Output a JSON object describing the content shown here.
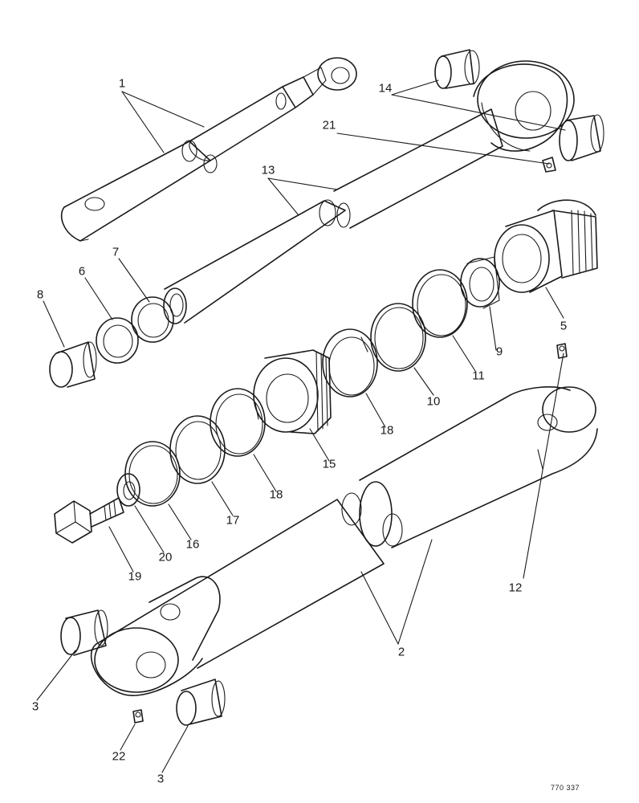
{
  "callouts": {
    "c1": "1",
    "c2": "2",
    "c3a": "3",
    "c3b": "3",
    "c5": "5",
    "c6": "6",
    "c7": "7",
    "c8": "8",
    "c9": "9",
    "c10": "10",
    "c11": "11",
    "c12": "12",
    "c13": "13",
    "c14": "14",
    "c15": "15",
    "c16": "16",
    "c17": "17",
    "c18a": "18",
    "c18b": "18",
    "c19": "19",
    "c20": "20",
    "c21": "21",
    "c22": "22"
  },
  "reference_code": "770 337"
}
